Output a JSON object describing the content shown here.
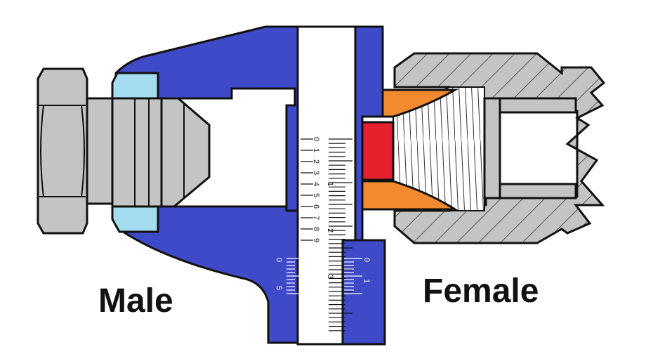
{
  "labels": {
    "male": "Male",
    "female": "Female"
  },
  "caliper": {
    "main_scale_numbers": [
      "0",
      "1",
      "2",
      "3",
      "4",
      "5",
      "6",
      "7",
      "8",
      "9"
    ],
    "secondary_numbers": [
      "1",
      "2",
      "3"
    ],
    "left_vernier_numbers": [
      "0",
      "5"
    ],
    "right_vernier_numbers": [
      "0",
      "1"
    ]
  },
  "colors": {
    "caliper_blue": "#3f4ac9",
    "fitting_gray": "#c4c4c4",
    "seal_light_blue": "#a6dcef",
    "seal_orange": "#f28a2f",
    "seal_red": "#e6212e",
    "outline": "#111111"
  }
}
